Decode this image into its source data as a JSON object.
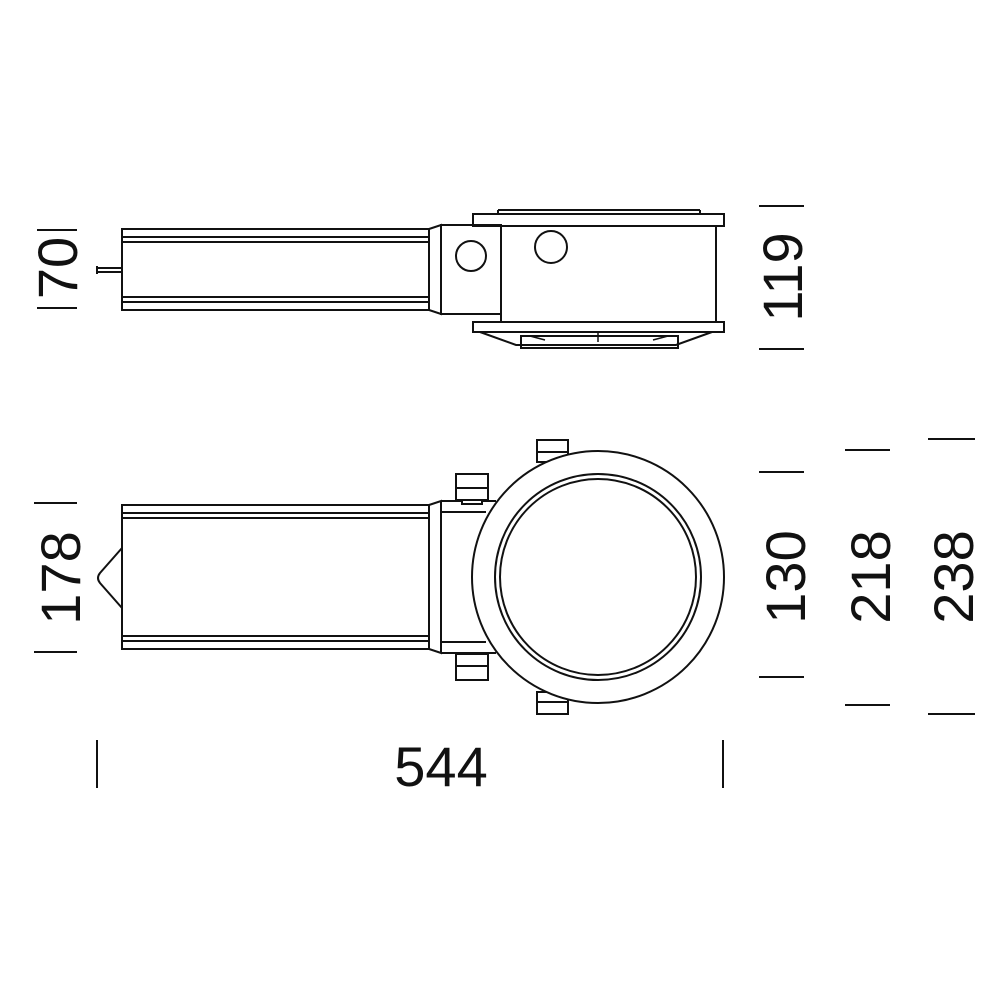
{
  "dimensions": {
    "side_height": "70",
    "side_total_height": "119",
    "plan_body_width": "178",
    "plan_ring_inner": "130",
    "plan_ring_outer": "218",
    "plan_total": "238",
    "overall_length": "544"
  },
  "colors": {
    "stroke": "#111111",
    "background": "#ffffff"
  }
}
